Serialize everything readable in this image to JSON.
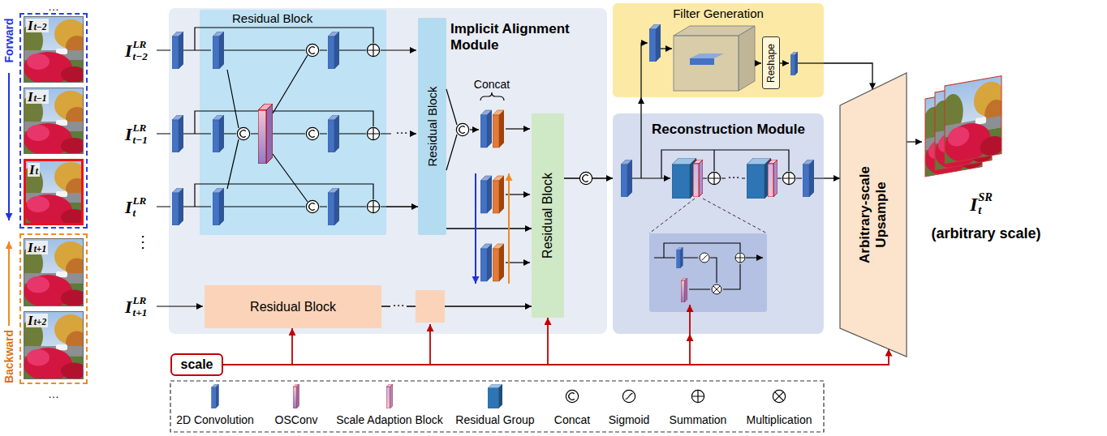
{
  "diagram": {
    "nodes": [
      {
        "text": [
          "Forward"
        ]
      },
      {
        "text": [
          "It−2"
        ],
        "in": 0
      },
      {
        "text": [
          "It−1"
        ],
        "in": 0
      },
      {
        "text": [
          "It"
        ],
        "in": 0
      },
      {
        "text": [
          "Backward"
        ]
      },
      {
        "text": [
          "It+1"
        ],
        "in": 4
      },
      {
        "text": [
          "It+2"
        ],
        "in": 4
      },
      {
        "text": [
          "Implicit Alignment Module"
        ]
      },
      {
        "text": [
          "Residual Block"
        ],
        "in": 7
      },
      {
        "text": [
          "Residual Block"
        ],
        "in": 7
      },
      {
        "text": [
          "Residual Block"
        ],
        "in": 7
      },
      {
        "text": [
          "Residual Block"
        ],
        "in": 7
      },
      {
        "text": [
          "Filter Generation"
        ]
      },
      {
        "text": [
          "Reshape"
        ],
        "in": 12
      },
      {
        "text": [
          "Reconstruction Module"
        ]
      },
      {
        "text": [
          "Arbitrary-scale Upsample"
        ]
      },
      {
        "text": [
          "scale"
        ]
      }
    ],
    "edges": [
      {
        "from": 8,
        "to": 9,
        "arrow": "to"
      },
      {
        "from": 9,
        "to": 11,
        "arrow": "to"
      },
      {
        "from": 10,
        "to": 11,
        "arrow": "to"
      },
      {
        "from": 11,
        "to": 14,
        "arrow": "to"
      },
      {
        "from": 14,
        "to": 12,
        "arrow": "to"
      },
      {
        "from": 12,
        "to": 15,
        "arrow": "to"
      },
      {
        "from": 14,
        "to": 15,
        "arrow": "to"
      },
      {
        "from": 16,
        "to": 10,
        "arrow": "to"
      },
      {
        "from": 16,
        "to": 11,
        "arrow": "to"
      },
      {
        "from": 16,
        "to": 14,
        "arrow": "to"
      },
      {
        "from": 16,
        "to": 15,
        "arrow": "to"
      }
    ],
    "labels": [
      "…",
      "…",
      "ILRt−2",
      "ILRt−1",
      "ILRt",
      "⋮",
      "ILRt+1",
      "…",
      "Concat",
      "…",
      "…",
      "ISRt",
      "(arbitrary scale)"
    ],
    "legend": [
      {
        "text": "2D Convolution"
      },
      {
        "text": "OSConv"
      },
      {
        "text": "Scale Adaption Block"
      },
      {
        "text": "Residual Group"
      },
      {
        "text": "Concat"
      },
      {
        "text": "Sigmoid"
      },
      {
        "text": "Summation"
      },
      {
        "text": "Multiplication"
      }
    ]
  }
}
